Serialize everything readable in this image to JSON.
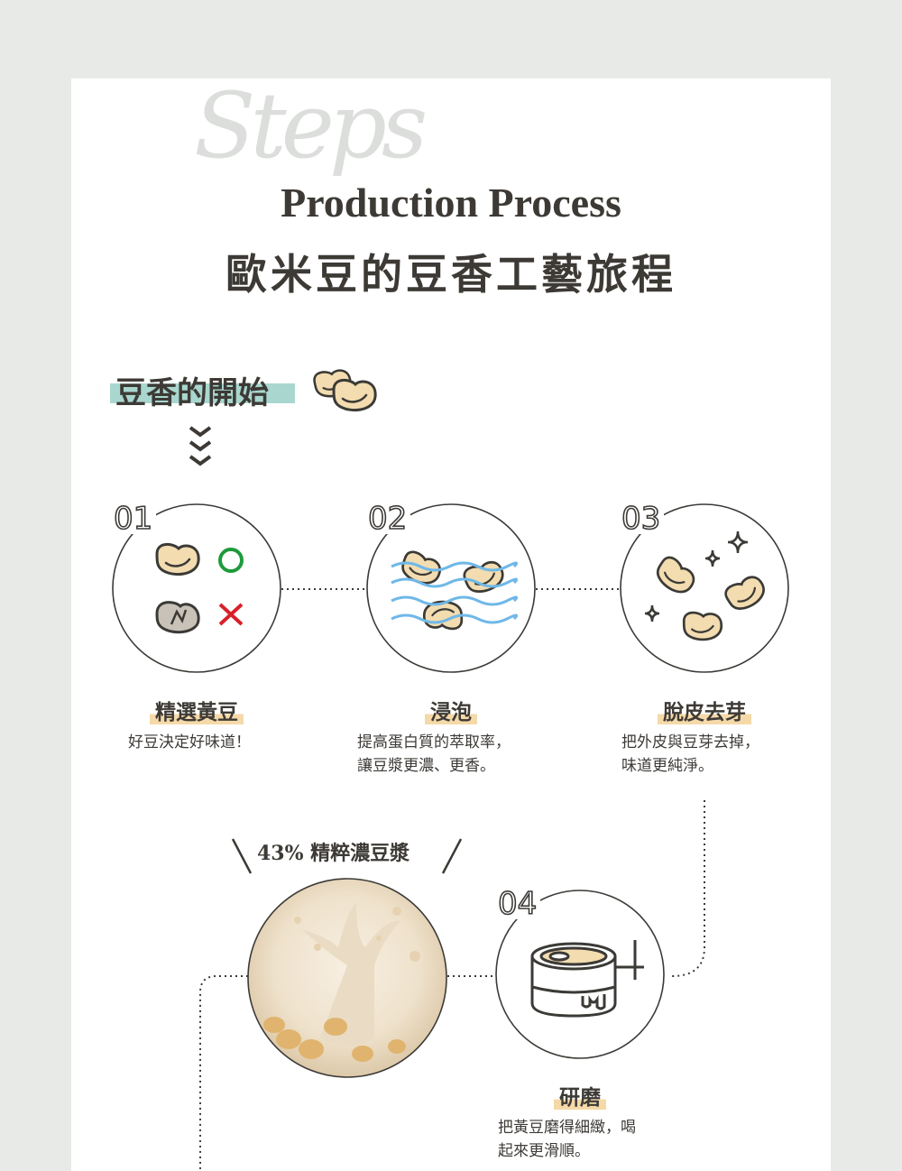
{
  "header": {
    "script_word": "Steps",
    "title_en": "Production Process",
    "title_zh": "歐米豆的豆香工藝旅程"
  },
  "section": {
    "title": "豆香的開始"
  },
  "steps": [
    {
      "number": "01",
      "title": "精選黃豆",
      "desc": [
        "好豆決定好味道！"
      ]
    },
    {
      "number": "02",
      "title": "浸泡",
      "desc": [
        "提高蛋白質的萃取率，",
        "讓豆漿更濃、更香。"
      ]
    },
    {
      "number": "03",
      "title": "脫皮去芽",
      "desc": [
        "把外皮與豆芽去掉，",
        "味道更純淨。"
      ]
    },
    {
      "number": "04",
      "title": "研磨",
      "desc": [
        "把黃豆磨得細緻，喝",
        "起來更滑順。"
      ]
    }
  ],
  "product": {
    "tag": "43% 精粹濃豆漿"
  },
  "colors": {
    "bg": "#e8eae8",
    "text": "#3d3a36",
    "teal": "#a9d7cf",
    "orange": "#f5d9a8",
    "bean": "#f2dcb0",
    "water": "#6fb8e8",
    "good": "#1e9a3c",
    "bad": "#d8202a"
  }
}
